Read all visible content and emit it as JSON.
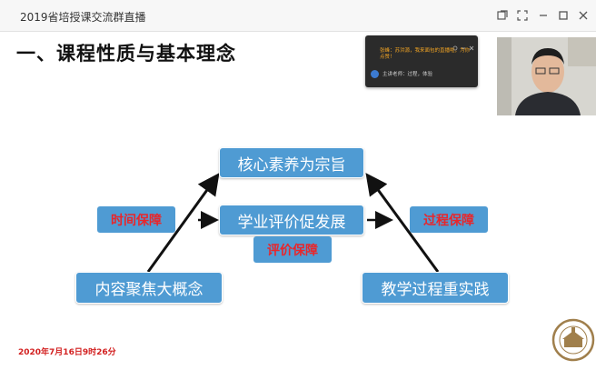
{
  "window": {
    "title": "2019省培授课交流群直播"
  },
  "slide": {
    "heading": "一、课程性质与基本理念",
    "diagram": {
      "top": "核心素养为宗旨",
      "center": "学业评价促发展",
      "bottom_left": "内容聚焦大概念",
      "bottom_right": "教学过程重实践",
      "left_tag": "时间保障",
      "right_tag": "过程保障",
      "center_tag": "评价保障"
    },
    "timestamp": "2020年7月16日9时26分"
  },
  "chat": {
    "message": "张峰：苏洪源，我来面包的直播啦，为你点赞！",
    "sender_line": "主讲老师：过程，体验"
  },
  "colors": {
    "box_blue": "#4f9bd3",
    "tag_red": "#e8262b"
  }
}
